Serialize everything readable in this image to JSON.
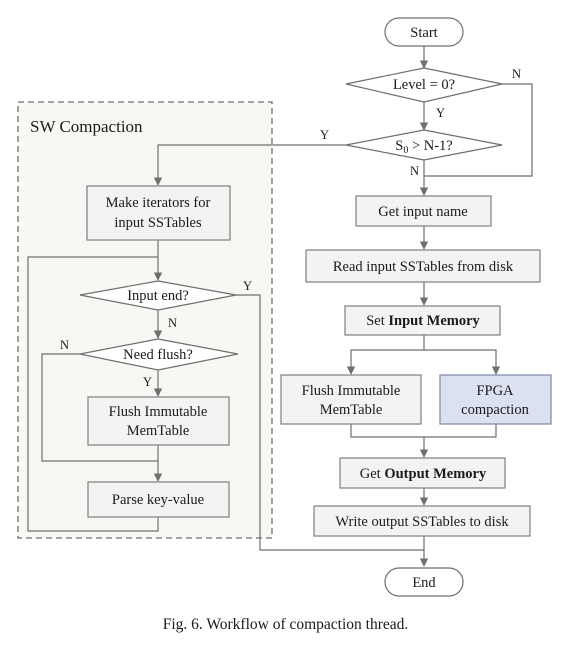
{
  "colors": {
    "box_fill": "#f3f3f3",
    "box_stroke": "#7f7f7f",
    "fpga_fill": "#dbe1f1",
    "fpga_stroke": "#7d87a6",
    "line": "#6f6f6f",
    "region_stroke": "#6f6f6f",
    "region_fill": "#f7f8f3"
  },
  "region": {
    "title": "SW Compaction"
  },
  "nodes": {
    "start": "Start",
    "level_decision": "Level = 0?",
    "s0_decision_main": "S",
    "s0_decision_sub": "0",
    "s0_decision_rest": " > N-1?",
    "get_input_name": "Get input name",
    "read_input": "Read input SSTables from disk",
    "set_input_plain": "Set ",
    "set_input_bold": "Input Memory",
    "flush_right_line1": "Flush Immutable",
    "flush_right_line2": "MemTable",
    "fpga_line1": "FPGA",
    "fpga_line2": "compaction",
    "get_output_plain": "Get ",
    "get_output_bold": "Output Memory",
    "write_output": "Write output SSTables to disk",
    "end": "End",
    "make_iter_line1": "Make iterators for",
    "make_iter_line2": "input SSTables",
    "input_end": "Input end?",
    "need_flush": "Need flush?",
    "flush_left_line1": "Flush Immutable",
    "flush_left_line2": "MemTable",
    "parse": "Parse key-value"
  },
  "labels": {
    "level_yes": "Y",
    "level_no": "N",
    "s0_yes": "Y",
    "s0_no": "N",
    "input_end_yes": "Y",
    "input_end_no": "N",
    "need_flush_yes": "Y",
    "need_flush_no": "N"
  },
  "caption": "Fig. 6.  Workflow of compaction thread."
}
